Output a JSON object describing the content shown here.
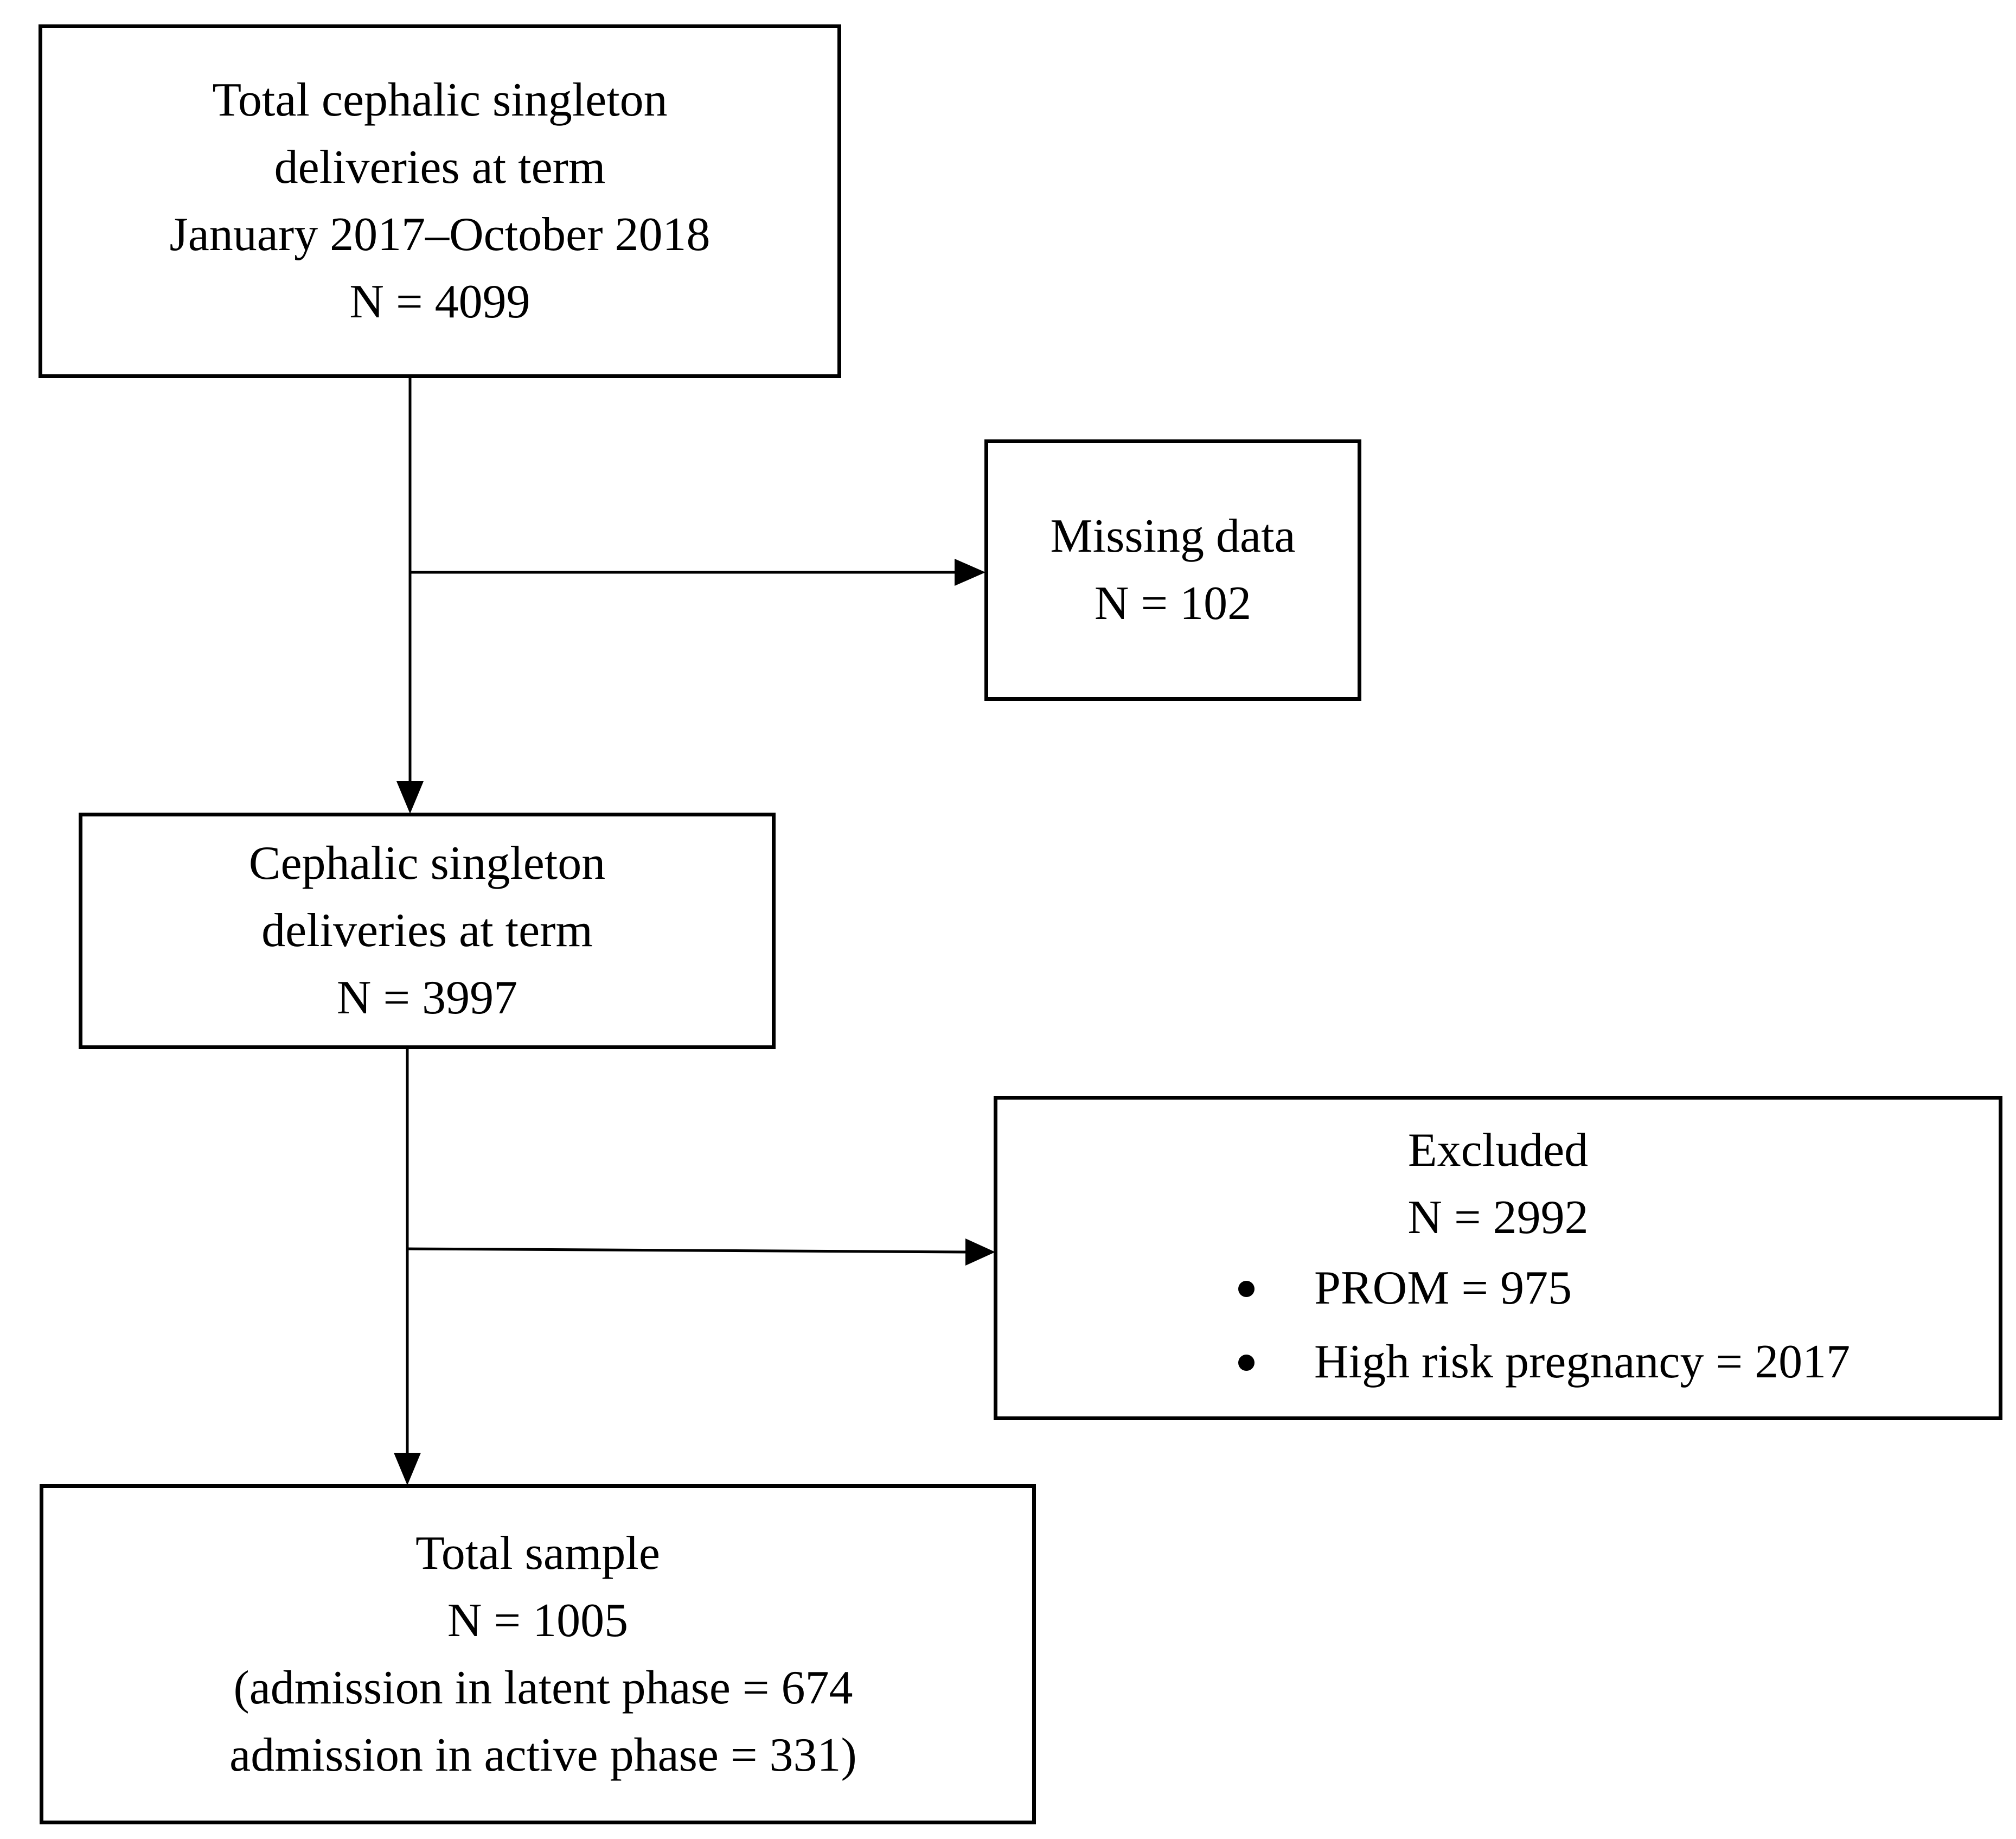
{
  "boxes": {
    "total": {
      "lines": [
        "Total cephalic singleton",
        "deliveries at term",
        "January 2017–October 2018",
        "N = 4099"
      ]
    },
    "missing": {
      "lines": [
        "Missing data",
        "N = 102"
      ]
    },
    "cephalic": {
      "lines": [
        "Cephalic singleton",
        "deliveries at term",
        "N = 3997"
      ]
    },
    "excluded": {
      "title": "Excluded",
      "count": "N = 2992",
      "bullets": [
        "PROM = 975",
        "High risk pregnancy = 2017"
      ]
    },
    "sample": {
      "title": "Total sample",
      "count": "N = 1005",
      "detail_lines": [
        "(admission in latent phase = 674",
        "admission in active phase = 331)"
      ]
    }
  }
}
